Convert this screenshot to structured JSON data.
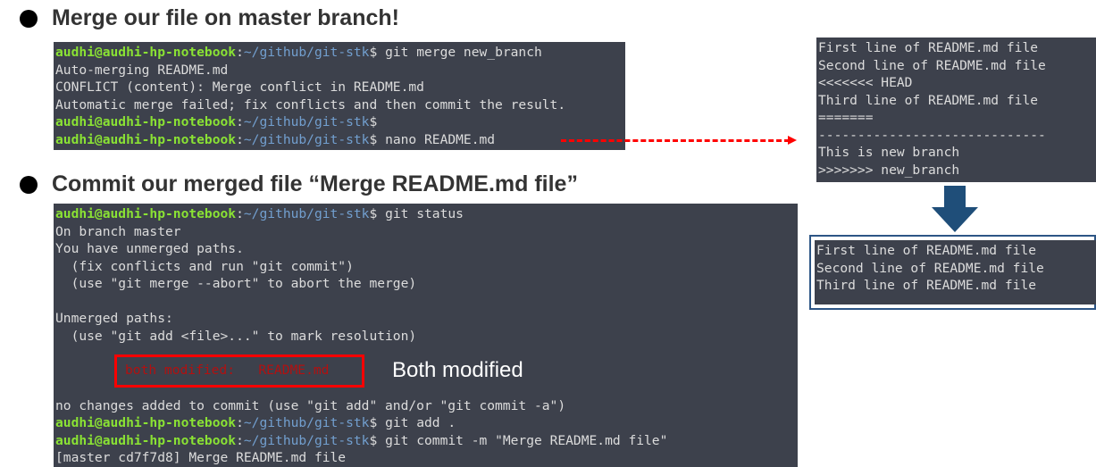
{
  "heading1": "Merge our file on master branch!",
  "heading2": "Commit our merged file “Merge README.md file”",
  "prompt": {
    "user": "audhi@audhi-hp-notebook",
    "sep": ":",
    "path": "~/github/git-stk",
    "dollar": "$"
  },
  "term1": {
    "cmd1": " git merge new_branch",
    "out": [
      "Auto-merging README.md",
      "CONFLICT (content): Merge conflict in README.md",
      "Automatic merge failed; fix conflicts and then commit the result."
    ],
    "cmd2": "",
    "cmd3": " nano README.md"
  },
  "term2": {
    "cmd1": " git status",
    "out": [
      "On branch master",
      "You have unmerged paths.",
      "  (fix conflicts and run \"git commit\")",
      "  (use \"git merge --abort\" to abort the merge)",
      "",
      "Unmerged paths:",
      "  (use \"git add <file>...\" to mark resolution)"
    ],
    "both_modified": "both modified:   README.md",
    "note": "Both modified",
    "out2": "no changes added to commit (use \"git add\" and/or \"git commit -a\")",
    "cmd2": " git add .",
    "cmd3": " git commit -m \"Merge README.md file\"",
    "result": "[master cd7f7d8] Merge README.md file"
  },
  "conflict_file": [
    "First line of README.md file",
    "Second line of README.md file",
    "<<<<<<< HEAD",
    "Third line of README.md file",
    "=======",
    "-----------------------------",
    "This is new branch",
    ">>>>>>> new_branch"
  ],
  "resolved_file": [
    "First line of README.md file",
    "Second line of README.md file",
    "Third line of README.md file"
  ]
}
